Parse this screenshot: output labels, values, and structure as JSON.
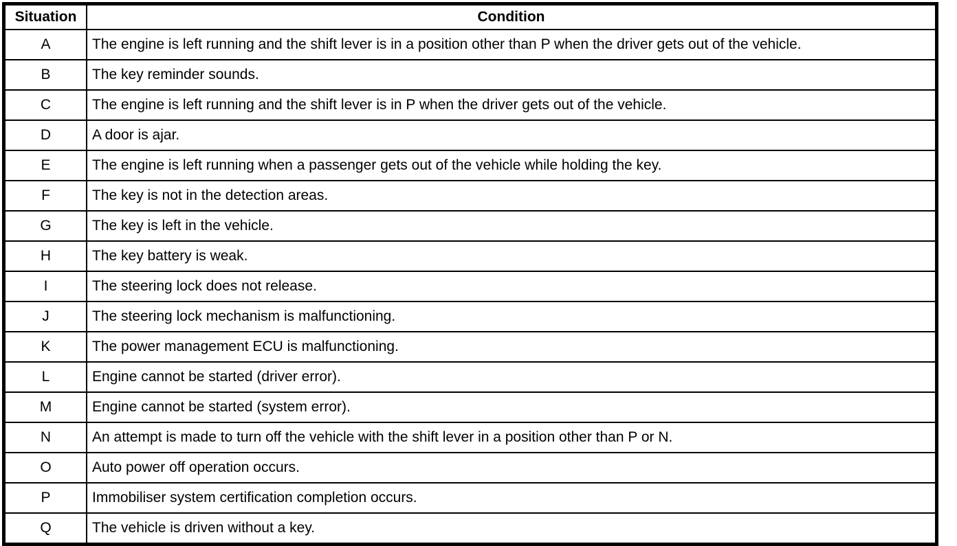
{
  "colors": {
    "border": "#000000",
    "text": "#000000",
    "background": "#ffffff"
  },
  "table": {
    "headers": {
      "situation": "Situation",
      "condition": "Condition"
    },
    "rows": [
      {
        "situation": "A",
        "condition": "The engine is left running and the shift lever is in a position other than P when the driver gets out of the vehicle."
      },
      {
        "situation": "B",
        "condition": "The key reminder sounds."
      },
      {
        "situation": "C",
        "condition": "The engine is left running and the shift lever is in P when the driver gets out of the vehicle."
      },
      {
        "situation": "D",
        "condition": "A door is ajar."
      },
      {
        "situation": "E",
        "condition": "The engine is left running when a passenger gets out of the vehicle while holding the key."
      },
      {
        "situation": "F",
        "condition": "The key is not in the detection areas."
      },
      {
        "situation": "G",
        "condition": "The key is left in the vehicle."
      },
      {
        "situation": "H",
        "condition": "The key battery is weak."
      },
      {
        "situation": "I",
        "condition": "The steering lock does not release."
      },
      {
        "situation": "J",
        "condition": "The steering lock mechanism is malfunctioning."
      },
      {
        "situation": "K",
        "condition": "The power management ECU is malfunctioning."
      },
      {
        "situation": "L",
        "condition": "Engine cannot be started (driver error)."
      },
      {
        "situation": "M",
        "condition": "Engine cannot be started (system error)."
      },
      {
        "situation": "N",
        "condition": "An attempt is made to turn off the vehicle with the shift lever in a position other than P or N."
      },
      {
        "situation": "O",
        "condition": "Auto power off operation occurs."
      },
      {
        "situation": "P",
        "condition": "Immobiliser system certification completion occurs."
      },
      {
        "situation": "Q",
        "condition": "The vehicle is driven without a key."
      }
    ]
  }
}
